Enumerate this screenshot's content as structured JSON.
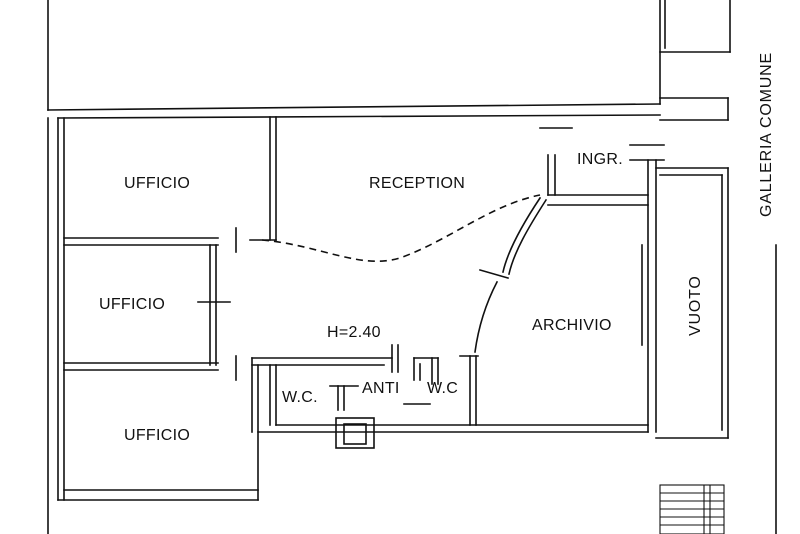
{
  "rooms": {
    "ufficio_top": "UFFICIO",
    "ufficio_mid": "UFFICIO",
    "ufficio_bottom": "UFFICIO",
    "reception": "RECEPTION",
    "ingresso": "INGR.",
    "archivio": "ARCHIVIO",
    "wc_left": "W.C.",
    "anti": "ANTI",
    "wc_right": "W.C",
    "vuoto": "VUOTO"
  },
  "corridor": "GALLERIA COMUNE",
  "height_note": "H=2.40"
}
